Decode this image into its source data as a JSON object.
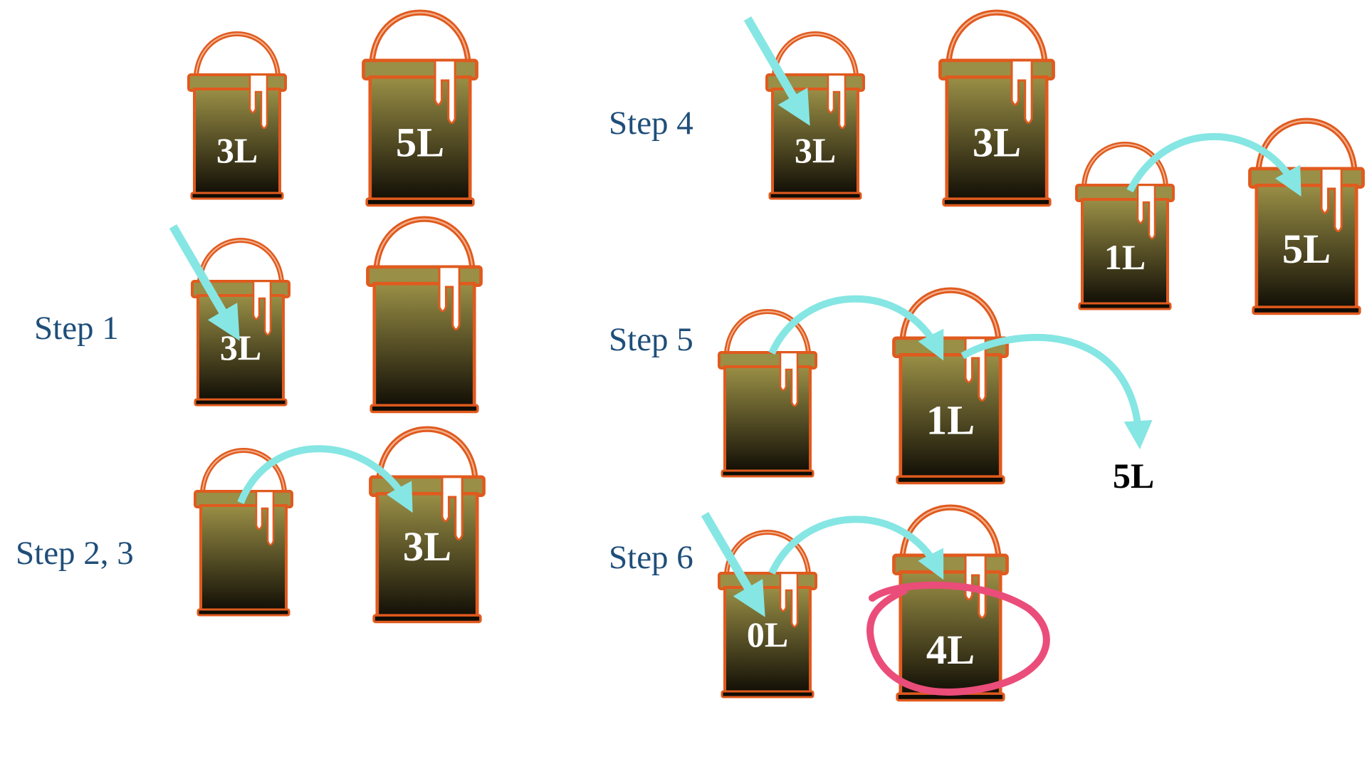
{
  "colors": {
    "bucket_outline": "#e05a1e",
    "bucket_fill_top": "#9a8f46",
    "bucket_fill_bottom": "#0f0c04",
    "arrow": "#86e6e3",
    "highlight_circle": "#ea4d79",
    "step_text": "#1f4e79"
  },
  "steps": {
    "initial": {
      "bucket_a_label": "3L",
      "bucket_b_label": "5L"
    },
    "step1": {
      "label": "Step 1",
      "bucket_a_label": "3L",
      "bucket_b_label": ""
    },
    "step23": {
      "label": "Step 2, 3",
      "bucket_a_label": "",
      "bucket_b_label": "3L"
    },
    "step4": {
      "label": "Step 4",
      "bucket_a_label": "3L",
      "bucket_b_label": "3L",
      "bucket_c_label": "1L",
      "bucket_d_label": "5L"
    },
    "step5": {
      "label": "Step 5",
      "bucket_a_label": "",
      "bucket_b_label": "1L",
      "target_label": "5L"
    },
    "step6": {
      "label": "Step 6",
      "bucket_a_label": "0L",
      "bucket_b_label": "4L"
    }
  },
  "icons": {
    "bucket": "paint-bucket-icon",
    "arrow": "curved-arrow-icon",
    "highlight": "circle-highlight"
  }
}
